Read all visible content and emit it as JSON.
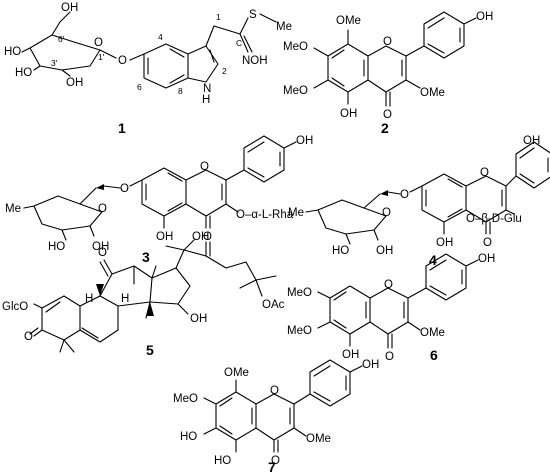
{
  "compounds": [
    {
      "number": "1",
      "labels": {
        "oh6": "OH",
        "oh4": "HO",
        "oh3": "HO",
        "oh2": "OH",
        "ring_o": "O",
        "ring_o_glyco": "O",
        "oxime": "NOH",
        "nh": "N",
        "nh_h": "H",
        "s": "S",
        "me": "Me"
      },
      "locants": [
        "6'",
        "3'",
        "1'",
        "4",
        "6",
        "8",
        "2",
        "1",
        "C"
      ]
    },
    {
      "number": "2",
      "labels": {
        "ome8": "OMe",
        "meo7": "MeO",
        "meo6": "MeO",
        "oh5": "OH",
        "ring_o": "O",
        "carbonyl": "O",
        "ome3": "OMe",
        "oh4p": "OH"
      }
    },
    {
      "number": "3",
      "labels": {
        "me": "Me",
        "ring_o": "O",
        "glyco_o": "O",
        "ho3": "HO",
        "oh2": "OH",
        "chromone_o": "O",
        "oh5": "OH",
        "carbonyl": "O",
        "sugar3": "O–α-L-Rha",
        "oh4p": "OH"
      }
    },
    {
      "number": "4",
      "labels": {
        "me": "Me",
        "ring_o": "O",
        "glyco_o": "O",
        "ho3": "HO",
        "oh2": "OH",
        "chromone_o": "O",
        "oh5": "OH",
        "carbonyl": "O",
        "sugar3": "O–β-D-Glu",
        "oh4p": "OH"
      }
    },
    {
      "number": "5",
      "labels": {
        "glco": "GlcO",
        "ketone3": "O",
        "ketone11": "O",
        "h8": "H",
        "h10": "H",
        "oh20": "OH",
        "ketone22": "O",
        "oh16": "OH",
        "oac": "OAc"
      }
    },
    {
      "number": "6",
      "labels": {
        "meo7": "MeO",
        "meo6": "MeO",
        "oh5": "OH",
        "ring_o": "O",
        "carbonyl": "O",
        "ome3": "OMe",
        "oh4p": "OH"
      }
    },
    {
      "number": "7",
      "labels": {
        "ome8": "OMe",
        "meo7": "MeO",
        "ho6": "HO",
        "ho5": "HO",
        "ring_o": "O",
        "carbonyl": "O",
        "ome3": "OMe",
        "oh4p": "OH"
      }
    }
  ]
}
